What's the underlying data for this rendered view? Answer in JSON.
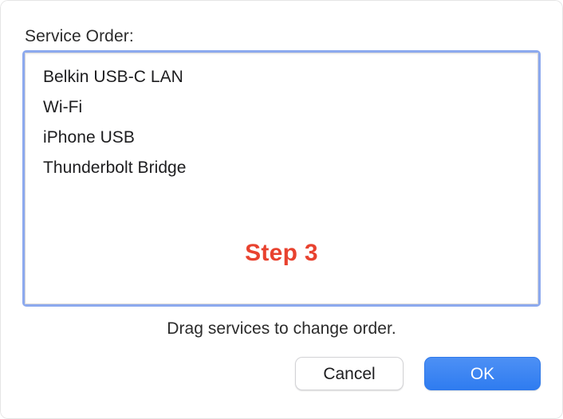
{
  "dialog": {
    "label": "Service Order:",
    "hint": "Drag services to change order.",
    "annotation": "Step 3",
    "annotation_color": "#e8422f",
    "focus_ring_color": "#8ca9ee",
    "services": [
      {
        "name": "Belkin USB-C LAN"
      },
      {
        "name": "Wi-Fi"
      },
      {
        "name": "iPhone USB"
      },
      {
        "name": "Thunderbolt Bridge"
      }
    ],
    "buttons": {
      "cancel_label": "Cancel",
      "ok_label": "OK",
      "ok_color": "#2f7cf0"
    }
  }
}
